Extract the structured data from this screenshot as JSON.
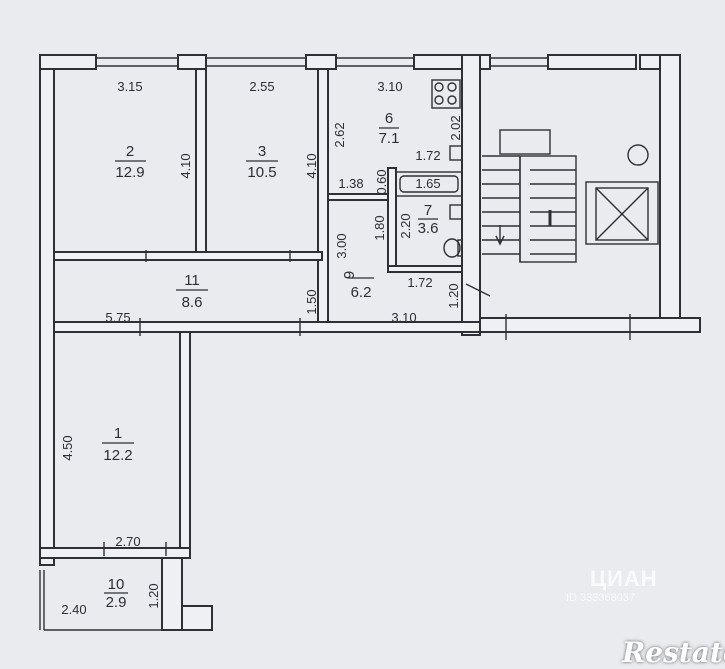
{
  "rooms": [
    {
      "num": "2",
      "area": "12.9"
    },
    {
      "num": "3",
      "area": "10.5"
    },
    {
      "num": "6",
      "area": "7.1"
    },
    {
      "num": "7",
      "area": "3.6"
    },
    {
      "num": "9",
      "area": "6.2"
    },
    {
      "num": "11",
      "area": "8.6"
    },
    {
      "num": "1",
      "area": "12.2"
    },
    {
      "num": "10",
      "area": "2.9"
    }
  ],
  "dims": {
    "d_315": "3.15",
    "d_255": "2.55",
    "d_310_top": "3.10",
    "d_410_a": "4.10",
    "d_410_b": "4.10",
    "d_262": "2.62",
    "d_202": "2.02",
    "d_172_a": "1.72",
    "d_138": "1.38",
    "d_060": "0.60",
    "d_165": "1.65",
    "d_220": "2.20",
    "d_180": "1.80",
    "d_300": "3.00",
    "d_172_b": "1.72",
    "d_120_a": "1.20",
    "d_150": "1.50",
    "d_575": "5.75",
    "d_310_bot": "3.10",
    "d_450": "4.50",
    "d_270": "2.70",
    "d_120_b": "1.20",
    "d_240": "2.40"
  },
  "watermarks": {
    "cian": "ЦИАН",
    "cian_id": "ID 333368037",
    "restate": "Restate"
  }
}
